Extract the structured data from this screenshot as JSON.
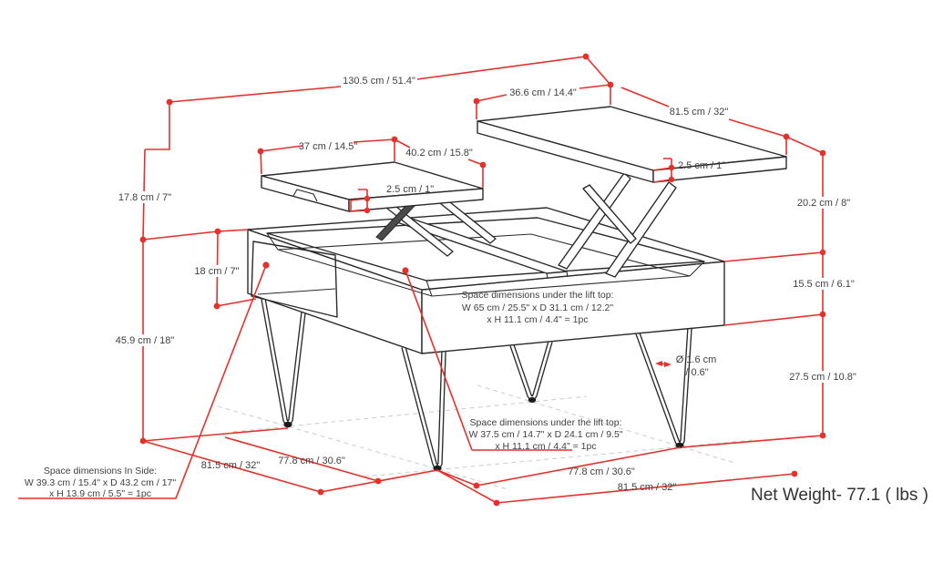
{
  "diagram_title": "Lift top coffee table dimension diagram",
  "dims": {
    "overall_width": "130.5 cm / 51.4\"",
    "small_top_width": "37 cm / 14.5\"",
    "small_top_depth": "40.2 cm / 15.8\"",
    "small_top_thickness": "2.5 cm / 1\"",
    "large_top_offset": "36.6 cm / 14.4\"",
    "large_top_depth": "81.5 cm / 32\"",
    "large_top_thickness": "2.5 cm / 1\"",
    "step_height": "17.8 cm / 7\"",
    "side_opening_height": "18 cm / 7\"",
    "table_height": "45.9 cm / 18\"",
    "lift_rise": "20.2 cm / 8\"",
    "frame_height": "15.5 cm / 6.1\"",
    "leg_height": "27.5 cm / 10.8\"",
    "leg_dia_line1": "Ø 1.6 cm",
    "leg_dia_line2": "/ 0.6\"",
    "floor_left_depth": "81.5 cm / 32\"",
    "floor_left_span": "77.8 cm / 30.6\"",
    "floor_right_span": "77.8 cm / 30.6\"",
    "floor_right_depth": "81.5 cm / 32\""
  },
  "notes": {
    "center": [
      "Space dimensions under the lift top:",
      "W 65 cm / 25.5\" x D 31.1 cm / 12.2\"",
      "x H 11.1 cm / 4.4\" = 1pc"
    ],
    "lower": [
      "Space dimensions under the lift top:",
      "W 37.5 cm / 14.7\" x D 24.1 cm / 9.5\"",
      "x H 11.1 cm / 4.4\" = 1pc"
    ],
    "side": [
      "Space dimensions In Side:",
      "W 39.3 cm / 15.4\" x D 43.2 cm / 17\"",
      "x H 13.9 cm / 5.5\" = 1pc"
    ]
  },
  "footer": {
    "net_weight": "Net Weight- 77.1 ( lbs )"
  },
  "colors": {
    "dimension_red": "#e5302b",
    "line_black": "#2b2b2b",
    "text_gray": "#3f3f3f"
  }
}
